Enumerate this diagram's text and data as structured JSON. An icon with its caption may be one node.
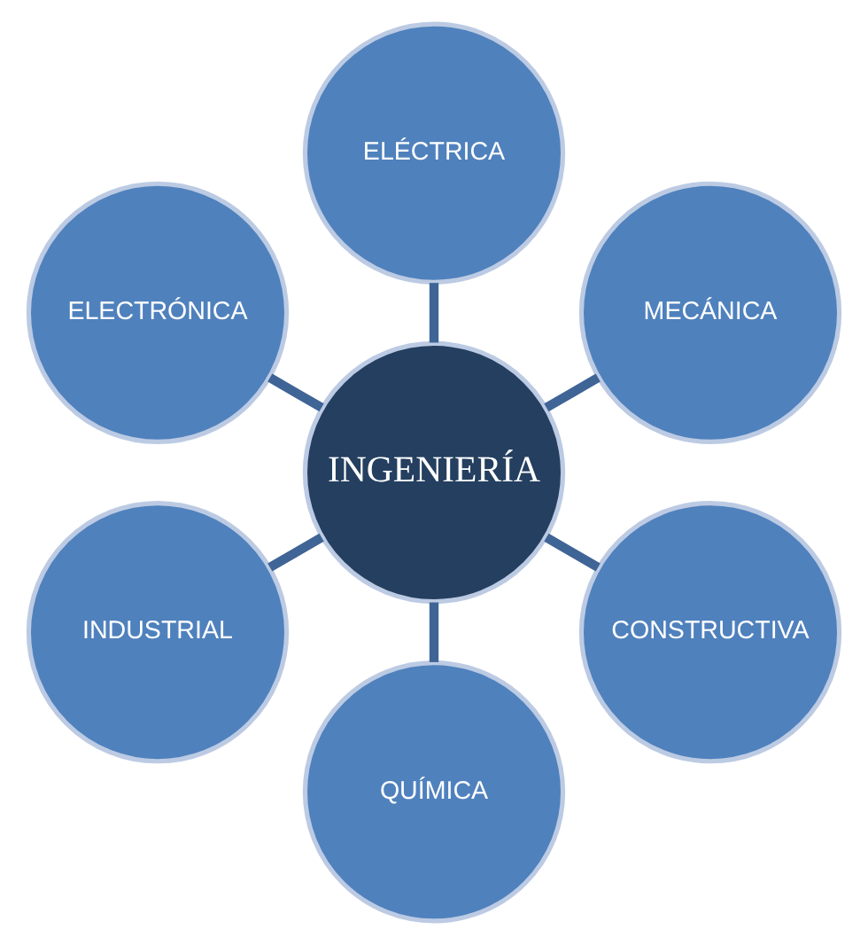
{
  "diagram": {
    "nodes": [
      {
        "text": [
          "INGENIERÍA"
        ]
      },
      {
        "text": [
          "MECÁNICA"
        ]
      },
      {
        "text": [
          "ELÉCTRICA"
        ]
      },
      {
        "text": [
          "ELECTRÓNICA"
        ]
      },
      {
        "text": [
          "INDUSTRIAL"
        ]
      },
      {
        "text": [
          "QUÍMICA"
        ]
      },
      {
        "text": [
          "CONSTRUCTIVA"
        ]
      }
    ],
    "edges": [
      {
        "from": 0,
        "to": 1,
        "arrow": "none"
      },
      {
        "from": 0,
        "to": 2,
        "arrow": "none"
      },
      {
        "from": 0,
        "to": 3,
        "arrow": "none"
      },
      {
        "from": 0,
        "to": 4,
        "arrow": "none"
      },
      {
        "from": 0,
        "to": 5,
        "arrow": "none"
      },
      {
        "from": 0,
        "to": 6,
        "arrow": "none"
      }
    ]
  }
}
